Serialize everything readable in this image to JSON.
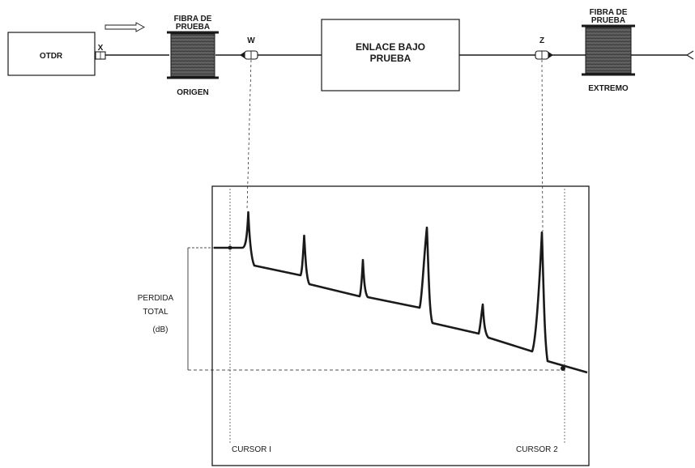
{
  "diagram": {
    "otdr_label": "OTDR",
    "connector_x": "X",
    "connector_w": "W",
    "connector_z": "Z",
    "fiber_origin_top": "FIBRA DE",
    "fiber_origin_bottom": "PRUEBA",
    "fiber_origin_caption": "ORIGEN",
    "link_line1": "ENLACE BAJO",
    "link_line2": "PRUEBA",
    "fiber_end_top": "FIBRA DE",
    "fiber_end_bottom": "PRUEBA",
    "fiber_end_caption": "EXTREMO"
  },
  "trace": {
    "loss_line1": "PERDIDA",
    "loss_line2": "TOTAL",
    "loss_unit": "(dB)",
    "cursor1": "CURSOR I",
    "cursor2": "CURSOR 2"
  },
  "colors": {
    "ink": "#1a1a1a",
    "paper": "#ffffff",
    "spool_fill": "#555555"
  }
}
